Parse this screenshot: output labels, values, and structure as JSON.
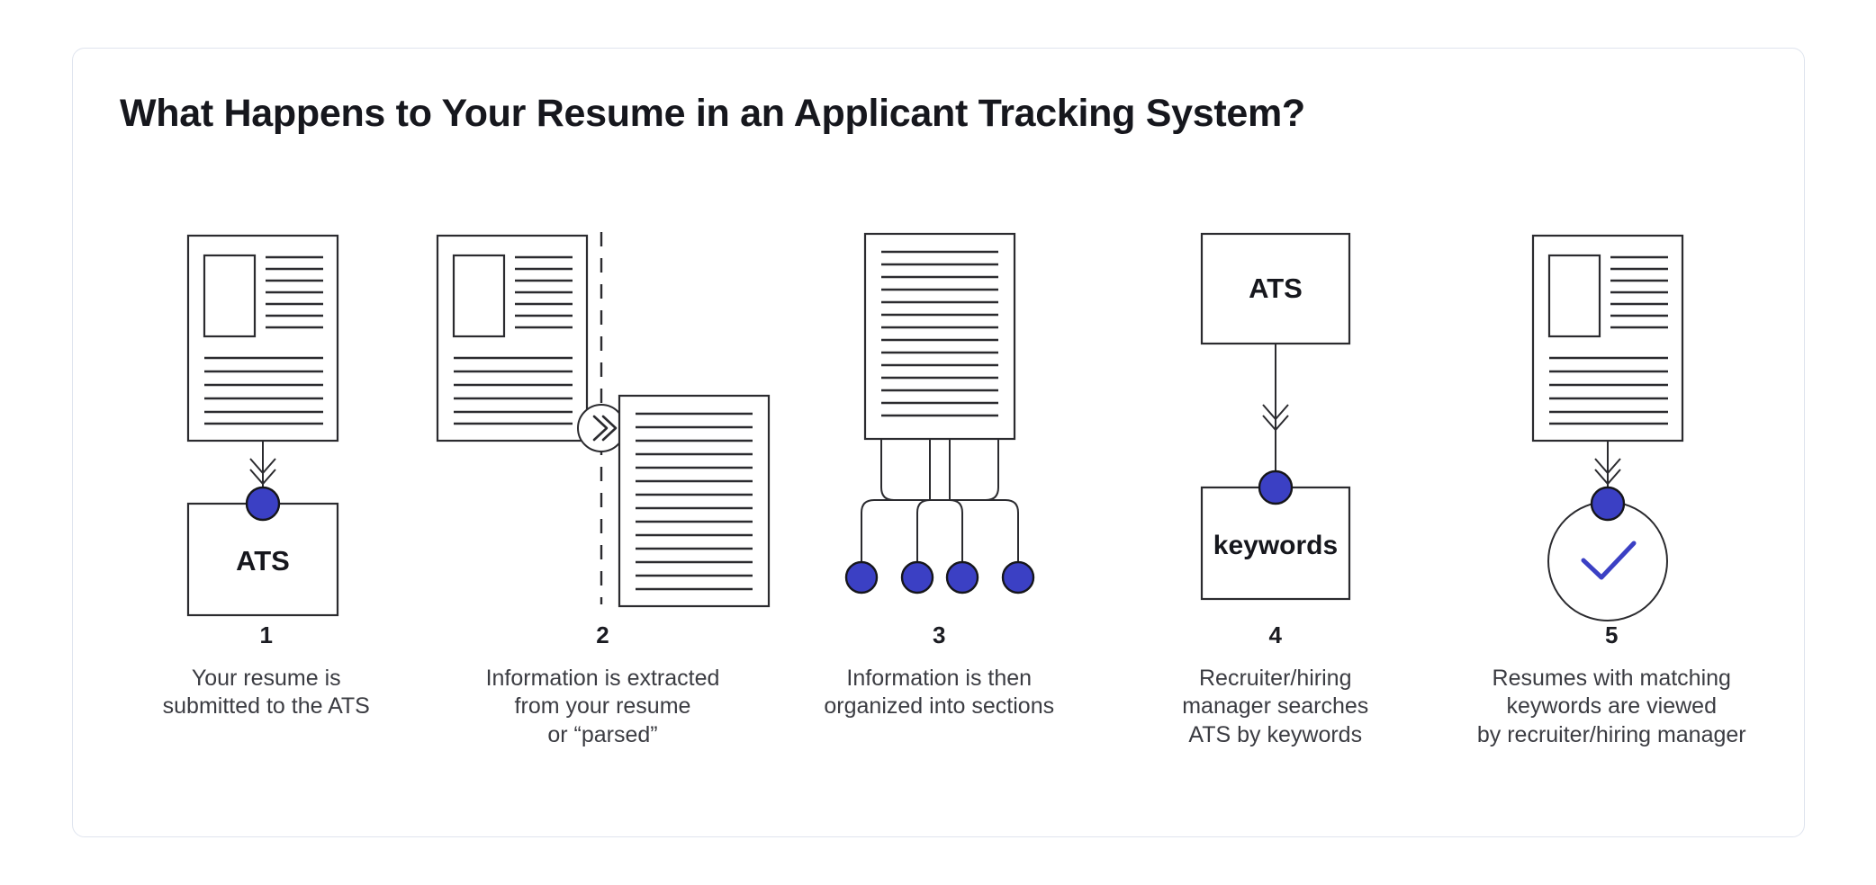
{
  "card": {
    "title": "What Happens to Your Resume in an Applicant Tracking System?",
    "border_color": "#dfe4ee",
    "background": "#ffffff"
  },
  "theme": {
    "accent_blue": "#3b40c4",
    "outline_dark": "#2b2b2f",
    "text_dark": "#1b1c22",
    "text_body": "#3b3c42"
  },
  "steps": [
    {
      "number": "1",
      "caption": "Your resume is\nsubmitted to the ATS",
      "box_label": "ATS",
      "icon": "resume-to-ats-diagram"
    },
    {
      "number": "2",
      "caption": "Information is extracted\nfrom your resume\nor “parsed”",
      "box_label": "",
      "icon": "resume-parsed-diagram"
    },
    {
      "number": "3",
      "caption": "Information is then\norganized into sections",
      "box_label": "",
      "icon": "resume-branching-sections-diagram"
    },
    {
      "number": "4",
      "caption": "Recruiter/hiring\nmanager searches\nATS by keywords",
      "box_label": "ATS",
      "box_label_2": "keywords",
      "icon": "ats-keywords-search-diagram"
    },
    {
      "number": "5",
      "caption": "Resumes with matching\nkeywords are viewed\nby recruiter/hiring manager",
      "box_label": "",
      "icon": "resume-checkmark-diagram"
    }
  ]
}
